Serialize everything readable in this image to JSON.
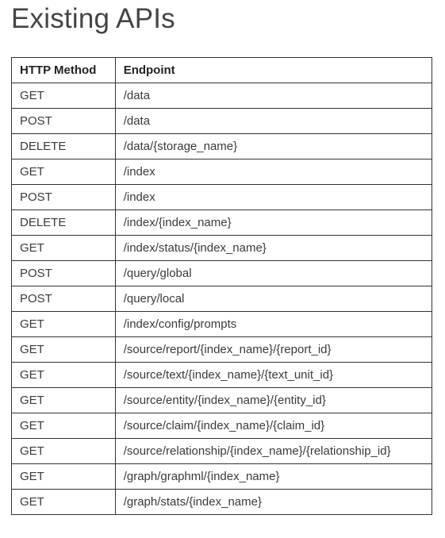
{
  "page": {
    "title": "Existing APIs"
  },
  "table": {
    "headers": {
      "method": "HTTP Method",
      "endpoint": "Endpoint"
    },
    "rows": [
      {
        "method": "GET",
        "endpoint": "/data"
      },
      {
        "method": "POST",
        "endpoint": "/data"
      },
      {
        "method": "DELETE",
        "endpoint": "/data/{storage_name}"
      },
      {
        "method": "GET",
        "endpoint": "/index"
      },
      {
        "method": "POST",
        "endpoint": "/index"
      },
      {
        "method": "DELETE",
        "endpoint": "/index/{index_name}"
      },
      {
        "method": "GET",
        "endpoint": "/index/status/{index_name}"
      },
      {
        "method": "POST",
        "endpoint": "/query/global"
      },
      {
        "method": "POST",
        "endpoint": "/query/local"
      },
      {
        "method": "GET",
        "endpoint": "/index/config/prompts"
      },
      {
        "method": "GET",
        "endpoint": "/source/report/{index_name}/{report_id}"
      },
      {
        "method": "GET",
        "endpoint": "/source/text/{index_name}/{text_unit_id}"
      },
      {
        "method": "GET",
        "endpoint": "/source/entity/{index_name}/{entity_id}"
      },
      {
        "method": "GET",
        "endpoint": "/source/claim/{index_name}/{claim_id}"
      },
      {
        "method": "GET",
        "endpoint": "/source/relationship/{index_name}/{relationship_id}"
      },
      {
        "method": "GET",
        "endpoint": "/graph/graphml/{index_name}"
      },
      {
        "method": "GET",
        "endpoint": "/graph/stats/{index_name}"
      }
    ]
  }
}
